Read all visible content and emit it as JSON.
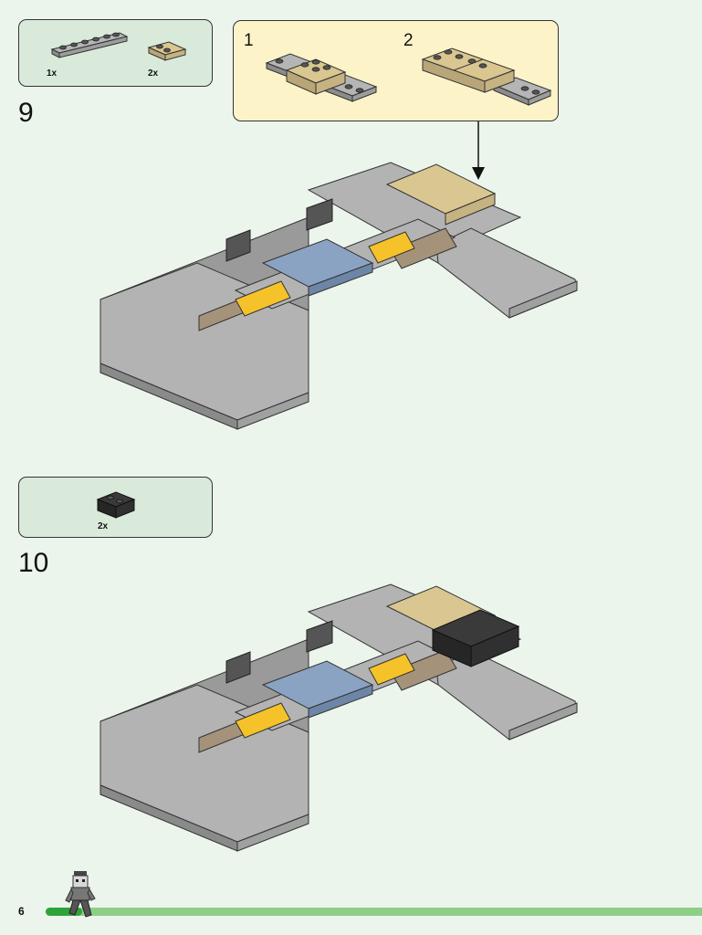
{
  "step9": {
    "number": "9",
    "parts": [
      {
        "name": "gray-1x6-plate",
        "qty": "1x"
      },
      {
        "name": "tan-2x2-tile",
        "qty": "2x"
      }
    ],
    "substeps": [
      "1",
      "2"
    ]
  },
  "step10": {
    "number": "10",
    "parts": [
      {
        "name": "black-2x2-corner-brick",
        "qty": "2x"
      }
    ]
  },
  "page": {
    "number": "6"
  },
  "colors": {
    "page_bg": "#ebf5ec",
    "parts_box": "#d9eadb",
    "sub_box": "#fcf3c9",
    "gray_plate": "#a6a6a6",
    "tan": "#d4c290",
    "dark_tan": "#a5927a",
    "yellow": "#f5c22a",
    "blue": "#8ba3c3",
    "black": "#333333",
    "progress_green": "#7fc57a"
  }
}
